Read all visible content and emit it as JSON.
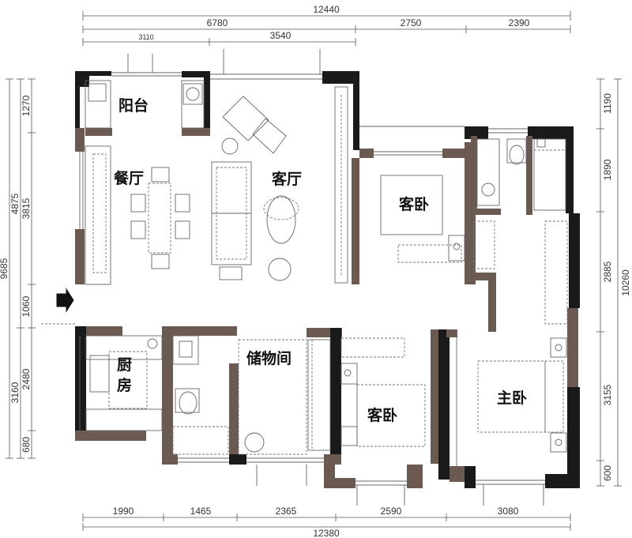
{
  "rooms": {
    "balcony": "阳台",
    "dining": "餐厅",
    "living": "客厅",
    "guest_bedroom_1": "客卧",
    "kitchen": "厨房",
    "storage": "储物间",
    "guest_bedroom_2": "客卧",
    "master_bedroom": "主卧"
  },
  "dimensions": {
    "top_total": "12440",
    "top_row1": [
      "6780",
      "2750",
      "2390"
    ],
    "top_row2": [
      "3110",
      "3540"
    ],
    "bottom_total": "12380",
    "bottom_row": [
      "1990",
      "1465",
      "2365",
      "2590",
      "3080"
    ],
    "left_outer": "9685",
    "left_mid": [
      "4875",
      "3160"
    ],
    "left_inner": [
      "1270",
      "3815",
      "1060",
      "2480",
      "680"
    ],
    "right_outer": "10260",
    "right_inner": [
      "1190",
      "1890",
      "2885",
      "3155",
      "600"
    ]
  },
  "colors": {
    "wall": "#1a1a1a",
    "wall_partition": "#6b5a52",
    "background": "#ffffff"
  },
  "icons": [
    "entrance-arrow-icon"
  ]
}
